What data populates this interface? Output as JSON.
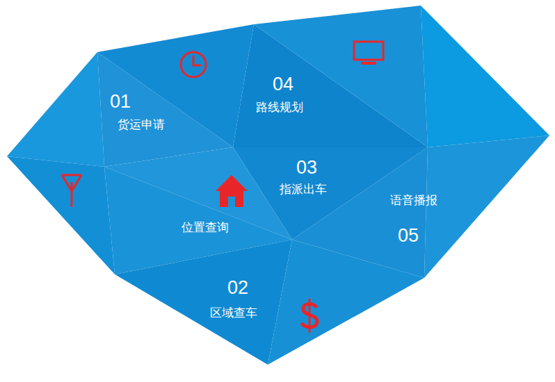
{
  "diagram": {
    "labels": [
      "01",
      "货运申请",
      "04",
      "路线规划",
      "03",
      "指派出车",
      "位置查询",
      "语音播报",
      "05",
      "02",
      "区域查车"
    ]
  }
}
